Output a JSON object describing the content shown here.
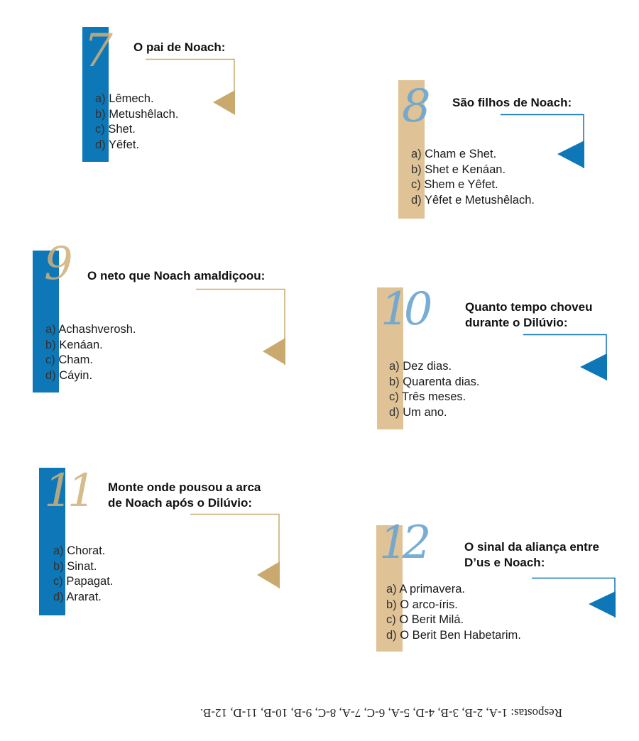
{
  "questions": [
    {
      "number": "7",
      "title": "O pai de Noach:",
      "options": [
        {
          "letter": "a)",
          "text": "Lêmech."
        },
        {
          "letter": "b)",
          "text": "Metushêlach."
        },
        {
          "letter": "c)",
          "text": "Shet."
        },
        {
          "letter": "d)",
          "text": "Yêfet."
        }
      ]
    },
    {
      "number": "8",
      "title": "São filhos de Noach:",
      "options": [
        {
          "letter": "a)",
          "text": "Cham e Shet."
        },
        {
          "letter": "b)",
          "text": "Shet e Kenáan."
        },
        {
          "letter": "c)",
          "text": "Shem e Yêfet."
        },
        {
          "letter": "d)",
          "text": "Yêfet e Metushêlach."
        }
      ]
    },
    {
      "number": "9",
      "title": "O neto que Noach amaldiçoou:",
      "options": [
        {
          "letter": "a)",
          "text": "Achashverosh."
        },
        {
          "letter": "b)",
          "text": "Kenáan."
        },
        {
          "letter": "c)",
          "text": "Cham."
        },
        {
          "letter": "d)",
          "text": "Cáyin."
        }
      ]
    },
    {
      "number": "10",
      "title_line1": "Quanto tempo choveu",
      "title_line2": "durante o Dilúvio:",
      "options": [
        {
          "letter": "a)",
          "text": "Dez dias."
        },
        {
          "letter": "b)",
          "text": "Quarenta dias."
        },
        {
          "letter": "c)",
          "text": "Três meses."
        },
        {
          "letter": "d)",
          "text": "Um ano."
        }
      ]
    },
    {
      "number": "11",
      "title_line1": "Monte onde pousou a arca",
      "title_line2": "de Noach após o Dilúvio:",
      "options": [
        {
          "letter": "a)",
          "text": "Chorat."
        },
        {
          "letter": "b)",
          "text": "Sinat."
        },
        {
          "letter": "c)",
          "text": "Papagat."
        },
        {
          "letter": "d)",
          "text": "Ararat."
        }
      ]
    },
    {
      "number": "12",
      "title_line1": "O sinal da aliança entre",
      "title_line2": "D’us e Noach:",
      "options": [
        {
          "letter": "a)",
          "text": "A primavera."
        },
        {
          "letter": "b)",
          "text": "O arco-íris."
        },
        {
          "letter": "c)",
          "text": "O Berit Milá."
        },
        {
          "letter": "d)",
          "text": "O Berit Ben Habetarim."
        }
      ]
    }
  ],
  "answers": "Respostas: 1-A, 2-B, 3-B, 4-D, 5-A, 6-C, 7-A, 8-C, 9-B, 10-B, 11-D, 12-B.",
  "colors": {
    "blue": "#0d77b7",
    "tan": "#dfc295",
    "gold": "#c9a96e"
  }
}
